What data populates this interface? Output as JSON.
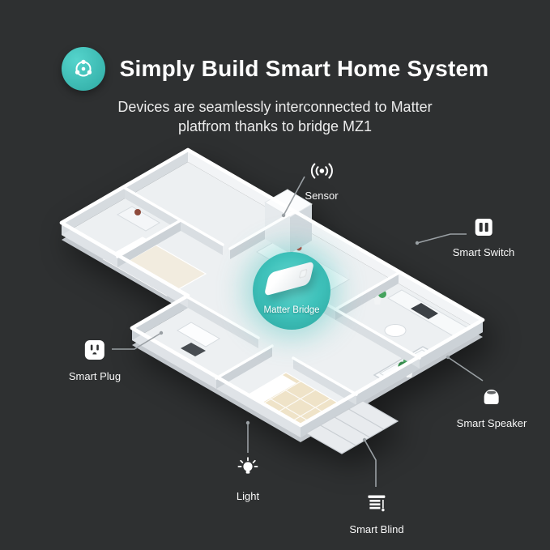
{
  "colors": {
    "background": "#2e3031",
    "accent_teal": "#3fc2bb",
    "text": "#ffffff"
  },
  "header": {
    "icon": "hub-icon",
    "title": "Simply Build Smart Home System",
    "subtitle_line1": "Devices are seamlessly interconnected to Matter",
    "subtitle_line2": "platfrom thanks to bridge MZ1"
  },
  "bridge": {
    "label": "Matter Bridge"
  },
  "callouts": [
    {
      "label": "Sensor",
      "icon": "signal-icon"
    },
    {
      "label": "Smart Switch",
      "icon": "switch-icon"
    },
    {
      "label": "Smart Plug",
      "icon": "outlet-icon"
    },
    {
      "label": "Smart Speaker",
      "icon": "speaker-icon"
    },
    {
      "label": "Light",
      "icon": "bulb-icon"
    },
    {
      "label": "Smart Blind",
      "icon": "blind-icon"
    }
  ]
}
